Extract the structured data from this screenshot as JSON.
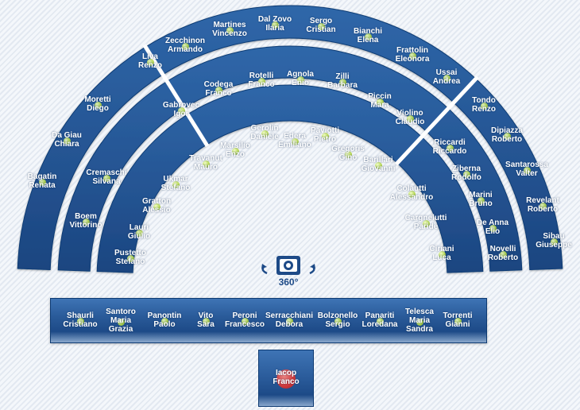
{
  "view360": {
    "label": "360°"
  },
  "outer_row": {
    "left": [
      {
        "first": "Bagatin",
        "second": "Renata"
      },
      {
        "first": "Da Giau",
        "second": "Chiara"
      },
      {
        "first": "Moretti",
        "second": "Diego"
      }
    ],
    "center": [
      {
        "first": "Liva",
        "second": "Renzo"
      },
      {
        "first": "Zecchinon",
        "second": "Armando"
      },
      {
        "first": "Martines",
        "second": "Vincenzo"
      },
      {
        "first": "Dal Zovo",
        "second": "Ilaria"
      },
      {
        "first": "Sergo",
        "second": "Cristian"
      },
      {
        "first": "Bianchi",
        "second": "Elena"
      },
      {
        "first": "Frattolin",
        "second": "Eleonora"
      },
      {
        "first": "Ussai",
        "second": "Andrea"
      }
    ],
    "right": [
      {
        "first": "Tondo",
        "second": "Renzo"
      },
      {
        "first": "Dipiazza",
        "second": "Roberto"
      },
      {
        "first": "Santarossa",
        "second": "Valter"
      },
      {
        "first": "Revelant",
        "second": "Roberto"
      },
      {
        "first": "Sibau",
        "second": "Giuseppe"
      }
    ]
  },
  "middle_row": {
    "left": [
      {
        "first": "Cremaschi",
        "second": "Silvana"
      },
      {
        "first": "Boem",
        "second": "Vittorino"
      }
    ],
    "center": [
      {
        "first": "Gabrovec",
        "second": "Igor"
      },
      {
        "first": "Codega",
        "second": "Franco"
      },
      {
        "first": "Rotelli",
        "second": "Franco"
      },
      {
        "first": "Agnola",
        "second": "Enio"
      },
      {
        "first": "Zilli",
        "second": "Barbara"
      },
      {
        "first": "Piccin",
        "second": "Mara"
      },
      {
        "first": "Violino",
        "second": "Claudio"
      }
    ],
    "right": [
      {
        "first": "Riccardi",
        "second": "Riccardo"
      },
      {
        "first": "Ziberna",
        "second": "Rodolfo"
      },
      {
        "first": "Marini",
        "second": "Bruno"
      },
      {
        "first": "De Anna",
        "second": "Elio"
      },
      {
        "first": "Novelli",
        "second": "Roberto"
      }
    ]
  },
  "inner_row": {
    "left": [
      {
        "first": "Ukmar",
        "second": "Stefano"
      },
      {
        "first": "Gratton",
        "second": "Alessio"
      },
      {
        "first": "Lauri",
        "second": "Giulio"
      },
      {
        "first": "Pustetto",
        "second": "Stefano"
      }
    ],
    "center": [
      {
        "first": "Travanut",
        "second": "Mauro"
      },
      {
        "first": "Marsilio",
        "second": "Enzo"
      },
      {
        "first": "Gerolin",
        "second": "Daniele"
      },
      {
        "first": "Edera",
        "second": "Emiliano"
      },
      {
        "first": "Paviotti",
        "second": "Pietro"
      },
      {
        "first": "Gregoris",
        "second": "Gino"
      },
      {
        "first": "Barillari",
        "second": "Giovanni"
      }
    ],
    "right": [
      {
        "first": "Colautti",
        "second": "Alessandro"
      },
      {
        "first": "Cargnelutti",
        "second": "Paride"
      },
      {
        "first": "Ciriani",
        "second": "Luca"
      }
    ]
  },
  "government_bench": [
    {
      "first": "Shaurli",
      "second": "Cristiano"
    },
    {
      "first": "Santoro",
      "second": "Maria",
      "third": "Grazia"
    },
    {
      "first": "Panontin",
      "second": "Paolo"
    },
    {
      "first": "Vito",
      "second": "Sara"
    },
    {
      "first": "Peroni",
      "second": "Francesco"
    },
    {
      "first": "Serracchiani",
      "second": "Debora"
    },
    {
      "first": "Bolzonello",
      "second": "Sergio"
    },
    {
      "first": "Panariti",
      "second": "Loredana"
    },
    {
      "first": "Telesca",
      "second": "Maria",
      "third": "Sandra"
    },
    {
      "first": "Torrenti",
      "second": "Gianni"
    }
  ],
  "president": {
    "first": "Iacop",
    "second": "Franco"
  },
  "colors": {
    "panel": "#2a5b9a",
    "panel_dark": "#1d4a87",
    "divider": "#ffffff",
    "seat_dot": "#b5d94a",
    "president_dot": "#e53935"
  }
}
